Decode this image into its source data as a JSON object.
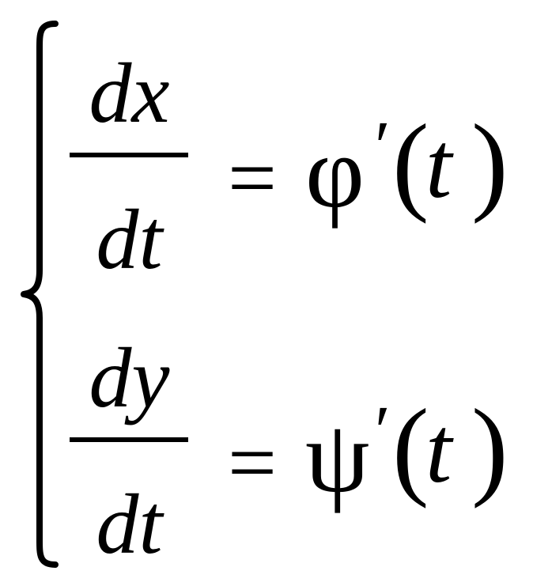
{
  "equation_1": {
    "numerator": "dx",
    "denominator": "dt",
    "equals": "=",
    "function": "φ",
    "prime": "′",
    "open_paren": "(",
    "variable": "t",
    "close_paren": ")"
  },
  "equation_2": {
    "numerator": "dy",
    "denominator": "dt",
    "equals": "=",
    "function": "ψ",
    "prime": "′",
    "open_paren": "(",
    "variable": "t",
    "close_paren": ")"
  }
}
